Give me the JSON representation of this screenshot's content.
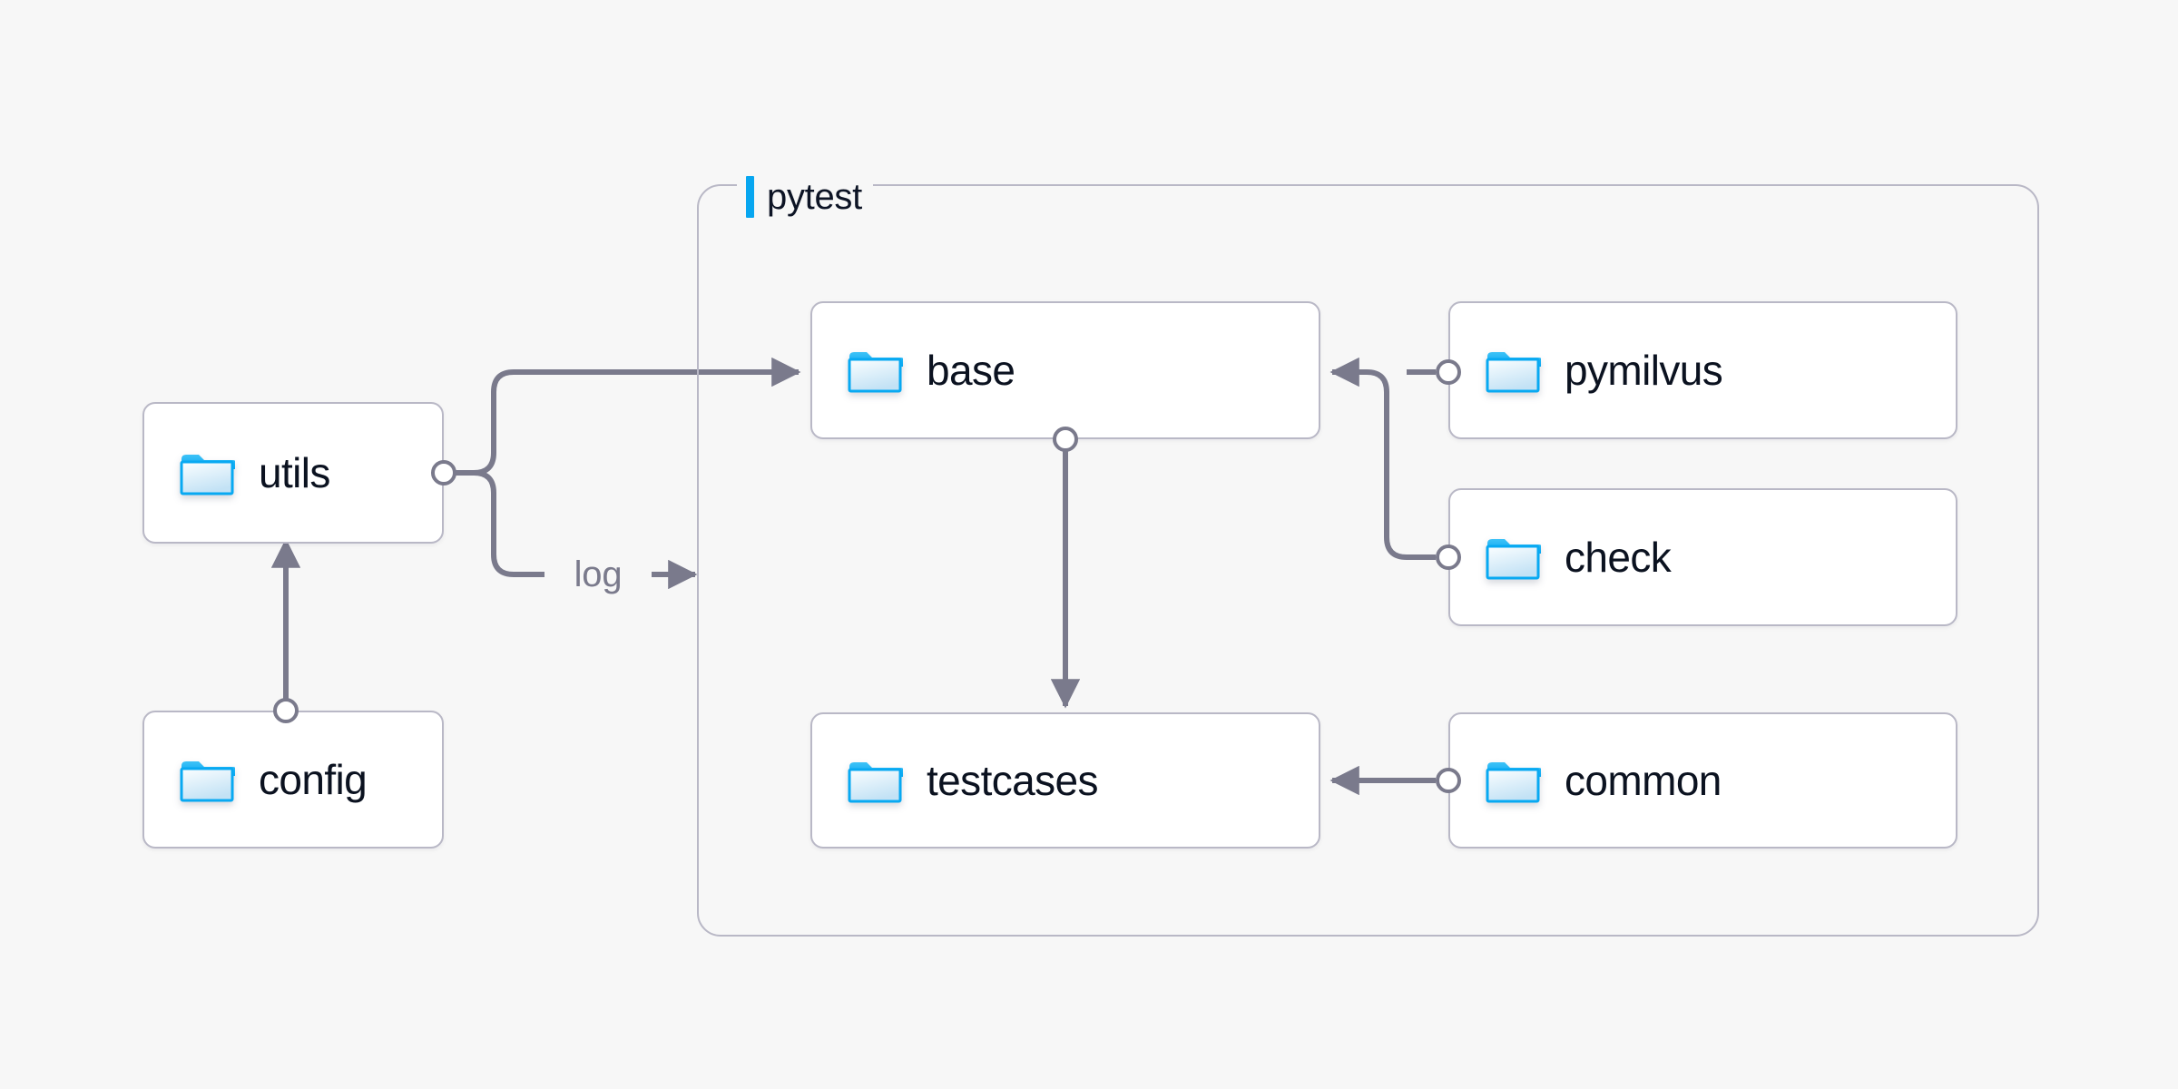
{
  "diagram": {
    "background_color": "#f7f7f7",
    "line_color": "#7a7a8c",
    "node_border_color": "#b9b8c6",
    "node_fill_color": "#ffffff",
    "label_color": "#0b1220",
    "accent_color": "#07a6f0",
    "group": {
      "label": "pytest",
      "accent_color": "#07a6f0"
    },
    "nodes": [
      {
        "id": "utils",
        "label": "utils",
        "icon": "folder-icon"
      },
      {
        "id": "config",
        "label": "config",
        "icon": "folder-icon"
      },
      {
        "id": "base",
        "label": "base",
        "icon": "folder-icon"
      },
      {
        "id": "testcases",
        "label": "testcases",
        "icon": "folder-icon"
      },
      {
        "id": "pymilvus",
        "label": "pymilvus",
        "icon": "folder-icon"
      },
      {
        "id": "check",
        "label": "check",
        "icon": "folder-icon"
      },
      {
        "id": "common",
        "label": "common",
        "icon": "folder-icon"
      }
    ],
    "edges": [
      {
        "id": "config-utils",
        "from": "config",
        "to": "utils",
        "label": ""
      },
      {
        "id": "utils-base",
        "from": "utils",
        "to": "base",
        "label": ""
      },
      {
        "id": "utils-log",
        "from": "utils",
        "to": "pytest",
        "label": "log"
      },
      {
        "id": "base-testcases",
        "from": "base",
        "to": "testcases",
        "label": ""
      },
      {
        "id": "pymilvus-base",
        "from": "pymilvus",
        "to": "base",
        "label": ""
      },
      {
        "id": "check-base",
        "from": "check",
        "to": "base",
        "label": ""
      },
      {
        "id": "common-testcases",
        "from": "common",
        "to": "testcases",
        "label": ""
      }
    ]
  }
}
